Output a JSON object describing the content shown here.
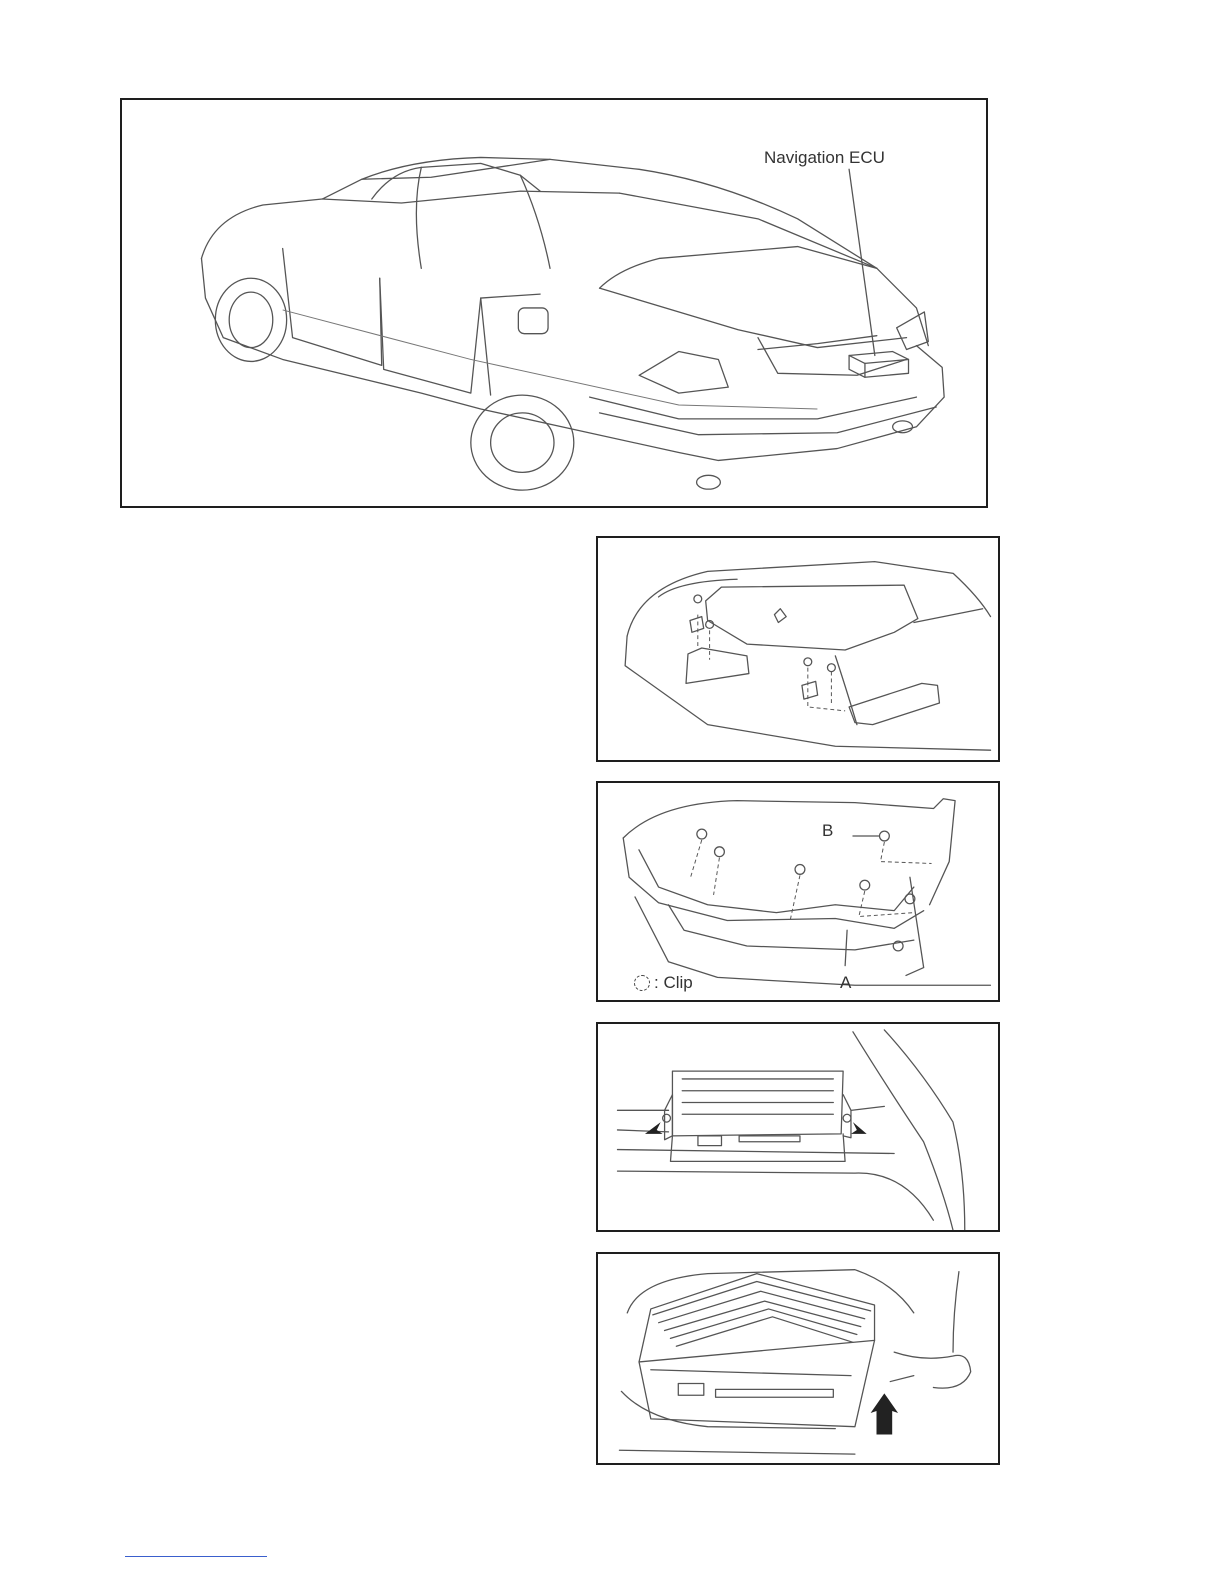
{
  "main_figure": {
    "label": "Navigation ECU"
  },
  "step_2": {
    "label_b": "B",
    "label_a": "A",
    "clip_label": ": Clip"
  },
  "footer": {
    "rule_color": "#3a5fcd"
  }
}
